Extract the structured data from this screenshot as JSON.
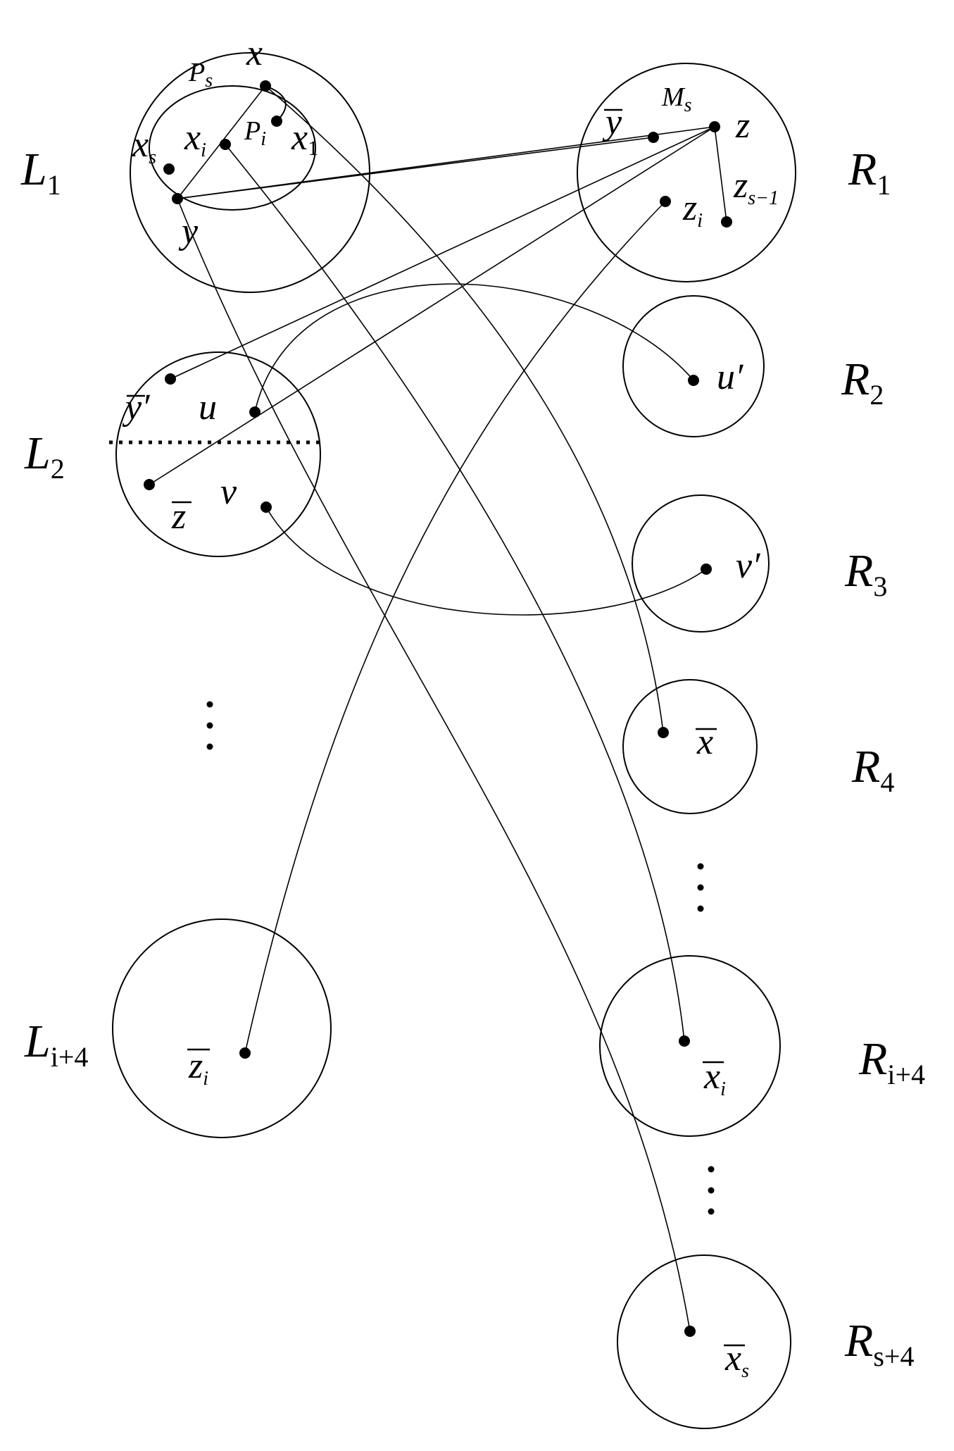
{
  "diagram": {
    "sets_left": [
      {
        "id": "L1",
        "label": "L",
        "sub": "1"
      },
      {
        "id": "L2",
        "label": "L",
        "sub": "2"
      },
      {
        "id": "Li4",
        "label": "L",
        "sub": "i+4"
      }
    ],
    "sets_right": [
      {
        "id": "R1",
        "label": "R",
        "sub": "1"
      },
      {
        "id": "R2",
        "label": "R",
        "sub": "2"
      },
      {
        "id": "R3",
        "label": "R",
        "sub": "3"
      },
      {
        "id": "R4",
        "label": "R",
        "sub": "4"
      },
      {
        "id": "Ri4",
        "label": "R",
        "sub": "i+4"
      },
      {
        "id": "Rs4",
        "label": "R",
        "sub": "s+4"
      }
    ],
    "vertex_labels": {
      "x": "x",
      "Ps": {
        "base": "P",
        "sub": "s"
      },
      "Pi": {
        "base": "P",
        "sub": "i"
      },
      "xs": {
        "base": "x",
        "sub": "s"
      },
      "xi": {
        "base": "x",
        "sub": "i"
      },
      "x1": {
        "base": "x",
        "sub": "1"
      },
      "y": "y",
      "ybar": "y",
      "Ms": {
        "base": "M",
        "sub": "s"
      },
      "z": "z",
      "zs1": {
        "base": "z",
        "sub": "s−1"
      },
      "zi": {
        "base": "z",
        "sub": "i"
      },
      "ybarprime": "y′",
      "u": "u",
      "zbar": "z",
      "v": "v",
      "uprime": "u′",
      "vprime": "v′",
      "xbar": "x",
      "zbar_i": {
        "base": "z",
        "sub": "i"
      },
      "xbar_i": {
        "base": "x",
        "sub": "i"
      },
      "xbar_s": {
        "base": "x",
        "sub": "s"
      }
    },
    "ellipsis": "⋮"
  }
}
